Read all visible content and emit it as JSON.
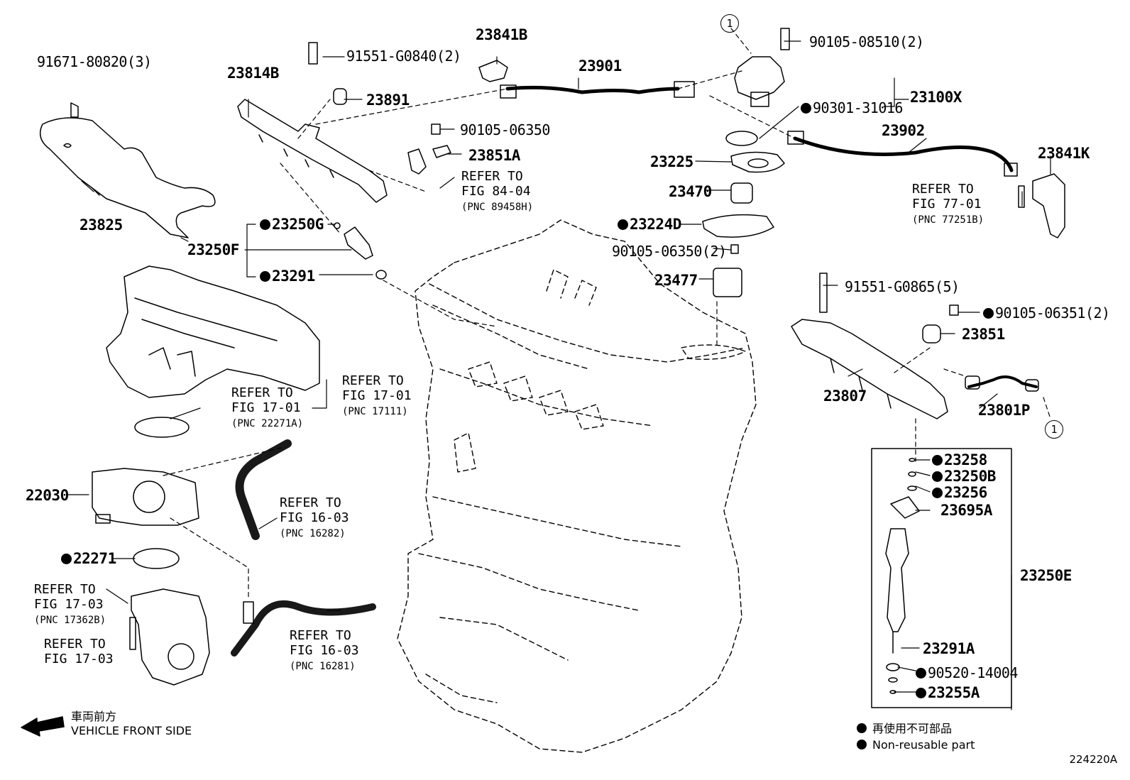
{
  "parts": {
    "p91671": "91671-80820(3)",
    "p23825": "23825",
    "p23814B": "23814B",
    "p91551a": "91551-G0840(2)",
    "p23891": "23891",
    "p23841B": "23841B",
    "p23901": "23901",
    "p90105_08510": "90105-08510(2)",
    "p23100X": "23100X",
    "p90301": "90301-31016",
    "p23902": "23902",
    "p23841K": "23841K",
    "p90105_06350": "90105-06350",
    "p23851A": "23851A",
    "p23225": "23225",
    "p23470": "23470",
    "p23224D": "23224D",
    "p90105_06350_2": "90105-06350(2)",
    "p23477": "23477",
    "p23250G": "23250G",
    "p23250F": "23250F",
    "p23291": "23291",
    "p91551b": "91551-G0865(5)",
    "p90105_06351": "90105-06351(2)",
    "p23851": "23851",
    "p23807": "23807",
    "p23801P": "23801P",
    "p23258": "23258",
    "p23250B": "23250B",
    "p23256": "23256",
    "p23695A": "23695A",
    "p23250E": "23250E",
    "p23291A": "23291A",
    "p90520": "90520-14004",
    "p23255A": "23255A",
    "p22030": "22030",
    "p22271": "22271"
  },
  "refs": {
    "r8404": {
      "line1": "REFER TO",
      "line2": "FIG 84-04",
      "pnc": "(PNC 89458H)"
    },
    "r7701": {
      "line1": "REFER TO",
      "line2": "FIG 77-01",
      "pnc": "(PNC 77251B)"
    },
    "r1701a": {
      "line1": "REFER TO",
      "line2": "FIG 17-01",
      "pnc": "(PNC 22271A)"
    },
    "r1701b": {
      "line1": "REFER TO",
      "line2": "FIG 17-01",
      "pnc": "(PNC 17111)"
    },
    "r1603a": {
      "line1": "REFER TO",
      "line2": "FIG 16-03",
      "pnc": "(PNC 16282)"
    },
    "r1703a": {
      "line1": "REFER TO",
      "line2": "FIG 17-03",
      "pnc": "(PNC 17362B)"
    },
    "r1703b": {
      "line1": "REFER TO",
      "line2": "FIG 17-03"
    },
    "r1603b": {
      "line1": "REFER TO",
      "line2": "FIG 16-03",
      "pnc": "(PNC 16281)"
    }
  },
  "callout": "1",
  "legend": {
    "jp": "再使用不可部品",
    "en": "Non-reusable part"
  },
  "front": {
    "jp": "車両前方",
    "en": "VEHICLE FRONT SIDE"
  },
  "figure_id": "224220A"
}
